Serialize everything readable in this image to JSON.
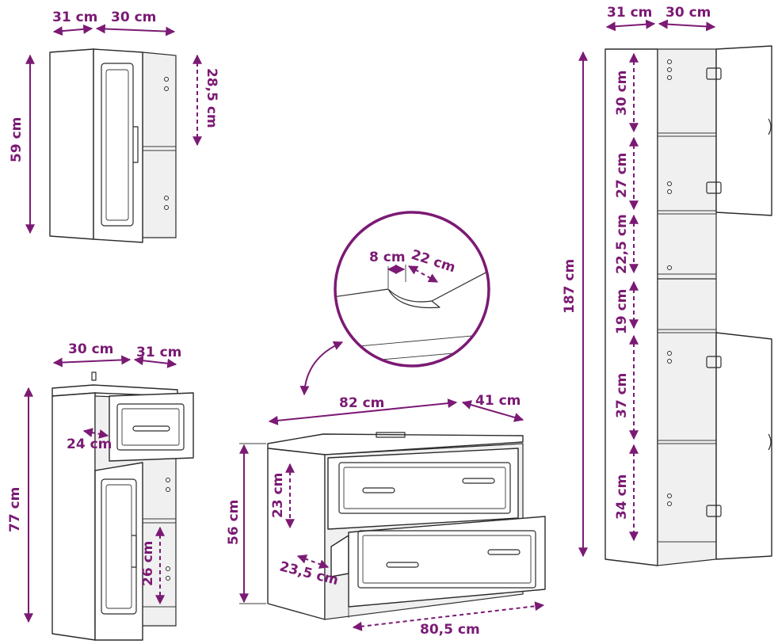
{
  "colors": {
    "dimension": "#7b1a74",
    "line": "#2b2b2b"
  },
  "wall_cabinet": {
    "depth": "31 cm",
    "width": "30 cm",
    "height": "59 cm",
    "shelf_height": "28,5 cm"
  },
  "floor_cabinet": {
    "width": "30 cm",
    "depth": "31 cm",
    "height": "77 cm",
    "drawer_depth": "24 cm",
    "shelf_height": "26 cm"
  },
  "sink_detail": {
    "cut_width": "8 cm",
    "cut_depth": "22 cm"
  },
  "vanity": {
    "width": "82 cm",
    "depth": "41 cm",
    "height": "56 cm",
    "drawer_height": "23 cm",
    "drawer_depth": "23,5 cm",
    "drawer_width": "80,5 cm"
  },
  "tall_cabinet": {
    "depth": "31 cm",
    "width": "30 cm",
    "height": "187 cm",
    "compartments": [
      "30 cm",
      "27 cm",
      "22,5 cm",
      "19 cm",
      "37 cm",
      "34 cm"
    ]
  }
}
